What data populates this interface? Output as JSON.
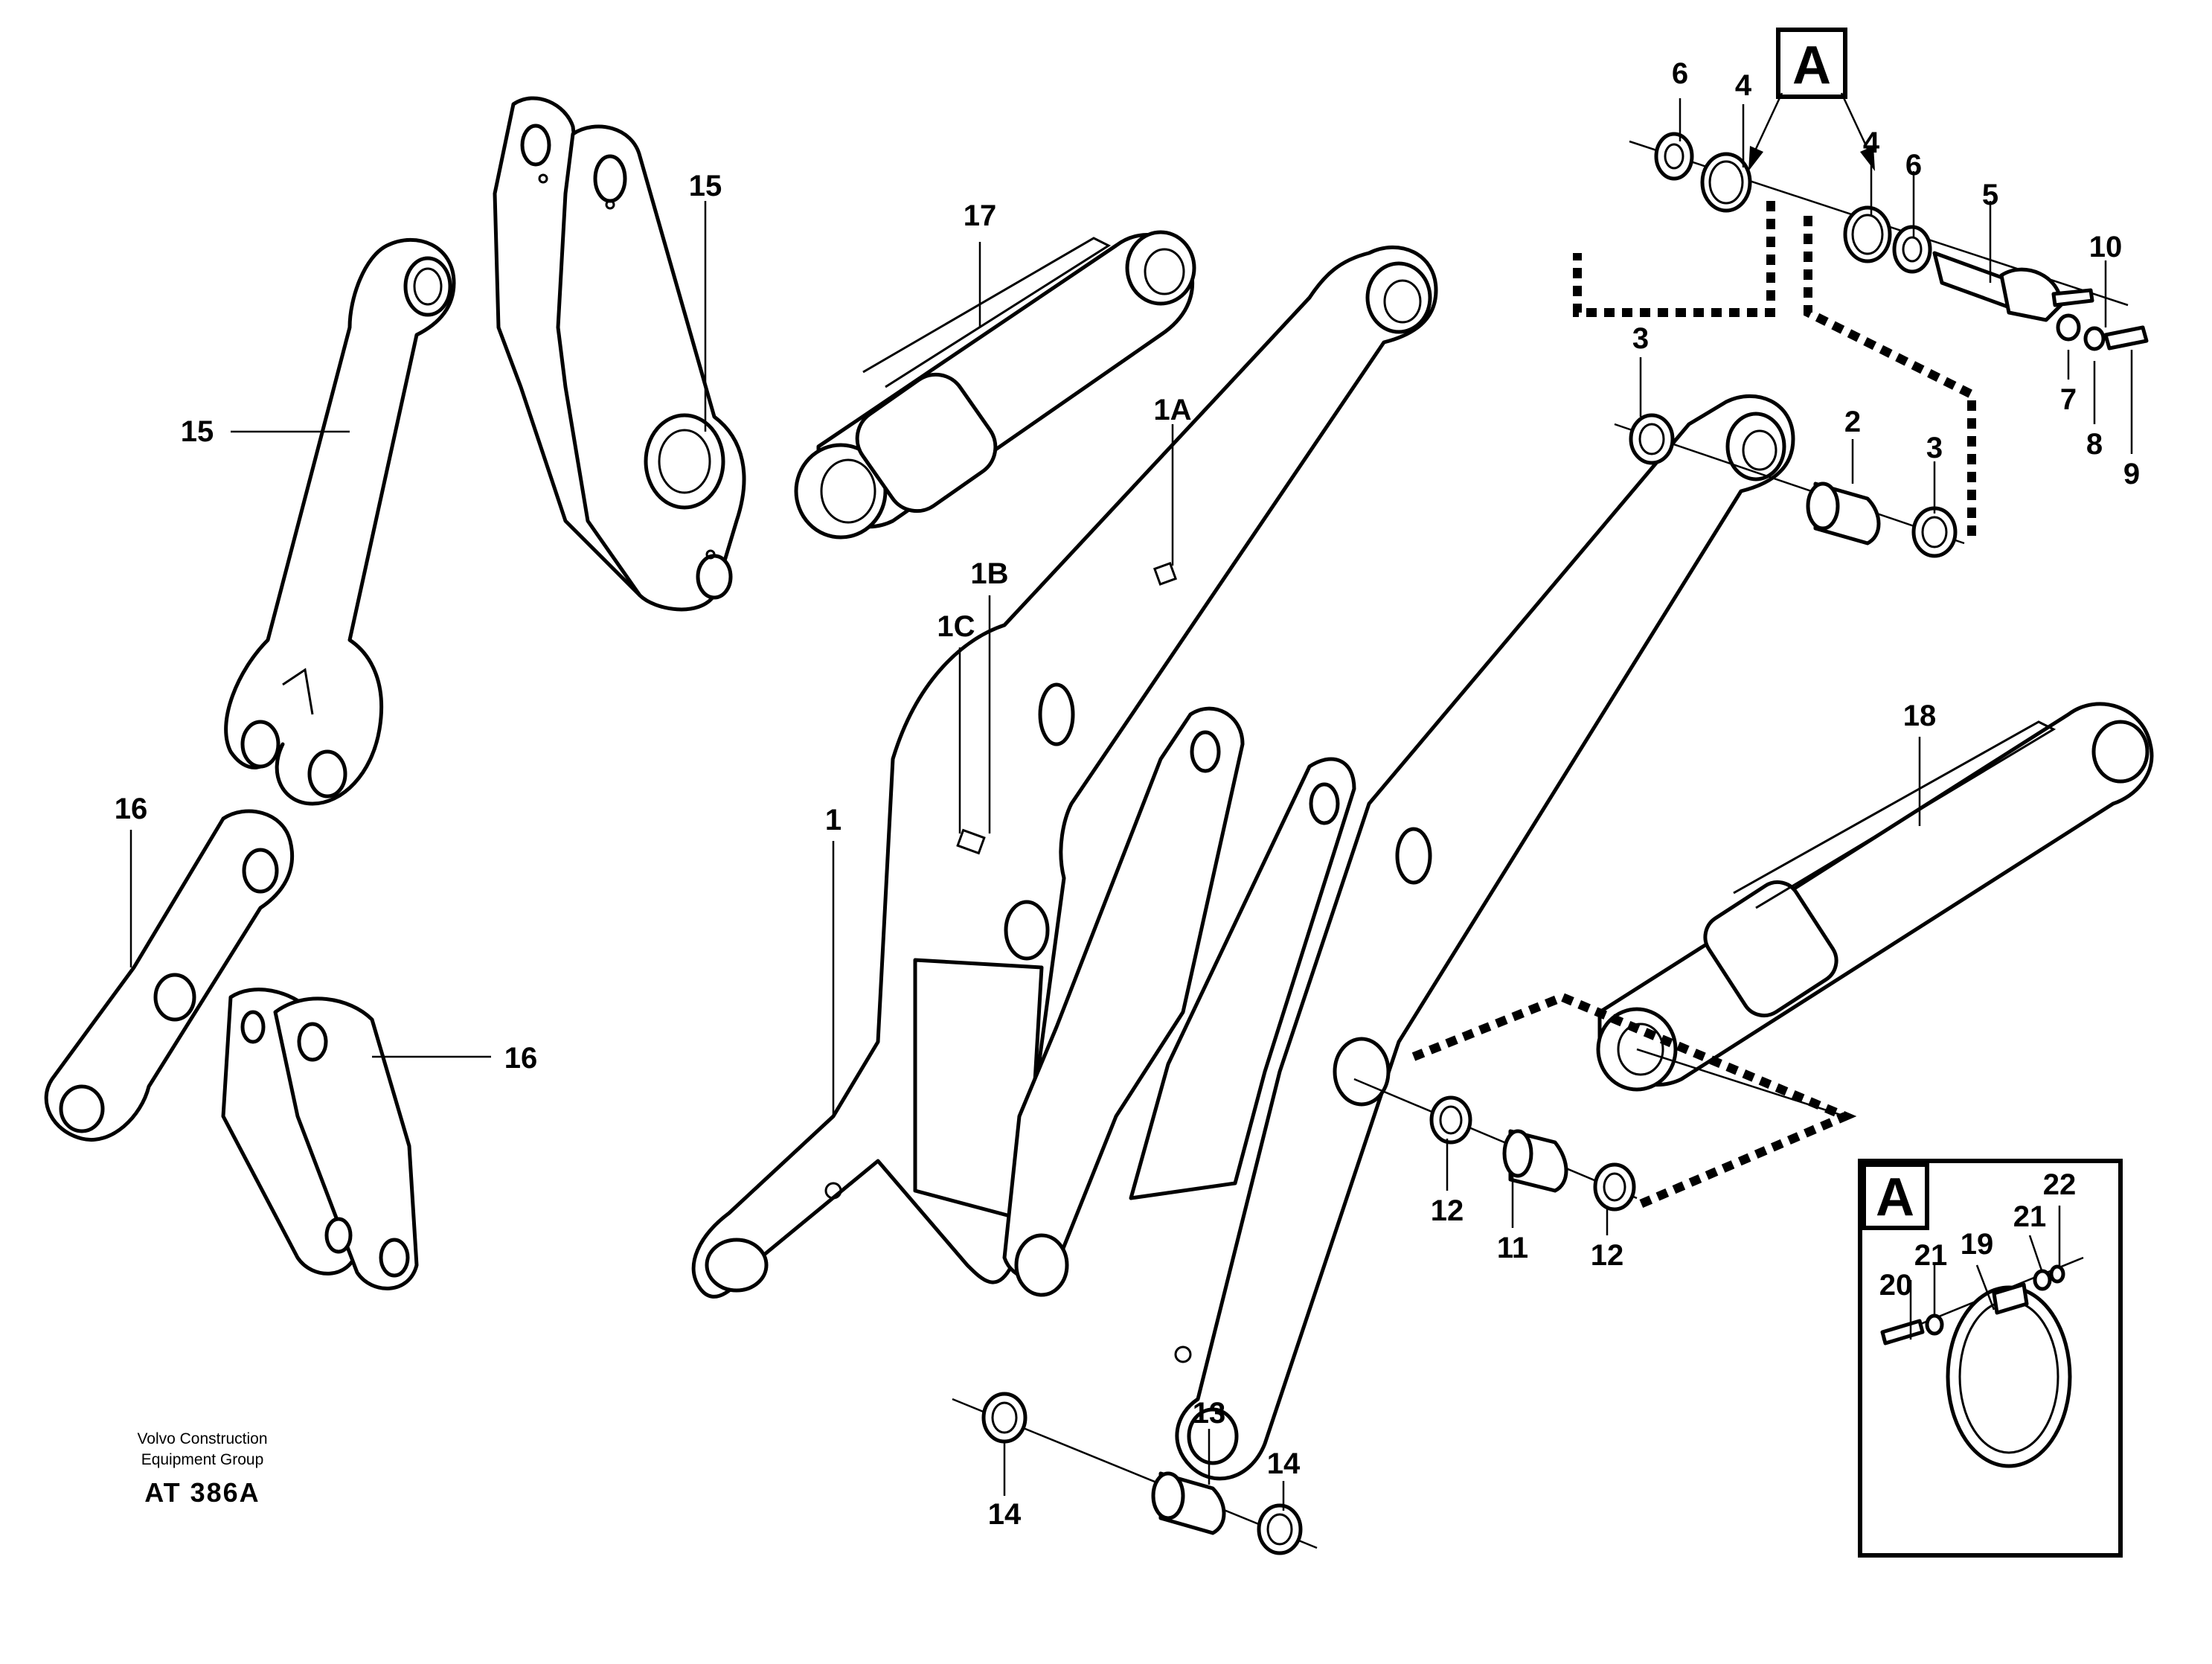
{
  "title": "",
  "detail_box": {
    "label": "A"
  },
  "callout_box": {
    "label": "A"
  },
  "credit": {
    "line1": "Volvo Construction",
    "line2": "Equipment Group",
    "code": "AT 386A"
  },
  "callouts": {
    "c1": "1",
    "c1A": "1A",
    "c1B": "1B",
    "c1C": "1C",
    "c2": "2",
    "c3a": "3",
    "c3b": "3",
    "c4a": "4",
    "c4b": "4",
    "c5": "5",
    "c6a": "6",
    "c6b": "6",
    "c7": "7",
    "c8": "8",
    "c9": "9",
    "c10": "10",
    "c11": "11",
    "c12a": "12",
    "c12b": "12",
    "c13": "13",
    "c14a": "14",
    "c14b": "14",
    "c15a": "15",
    "c15b": "15",
    "c16a": "16",
    "c16b": "16",
    "c17": "17",
    "c18": "18",
    "c19": "19",
    "c20": "20",
    "c21a": "21",
    "c21b": "21",
    "c22": "22"
  }
}
